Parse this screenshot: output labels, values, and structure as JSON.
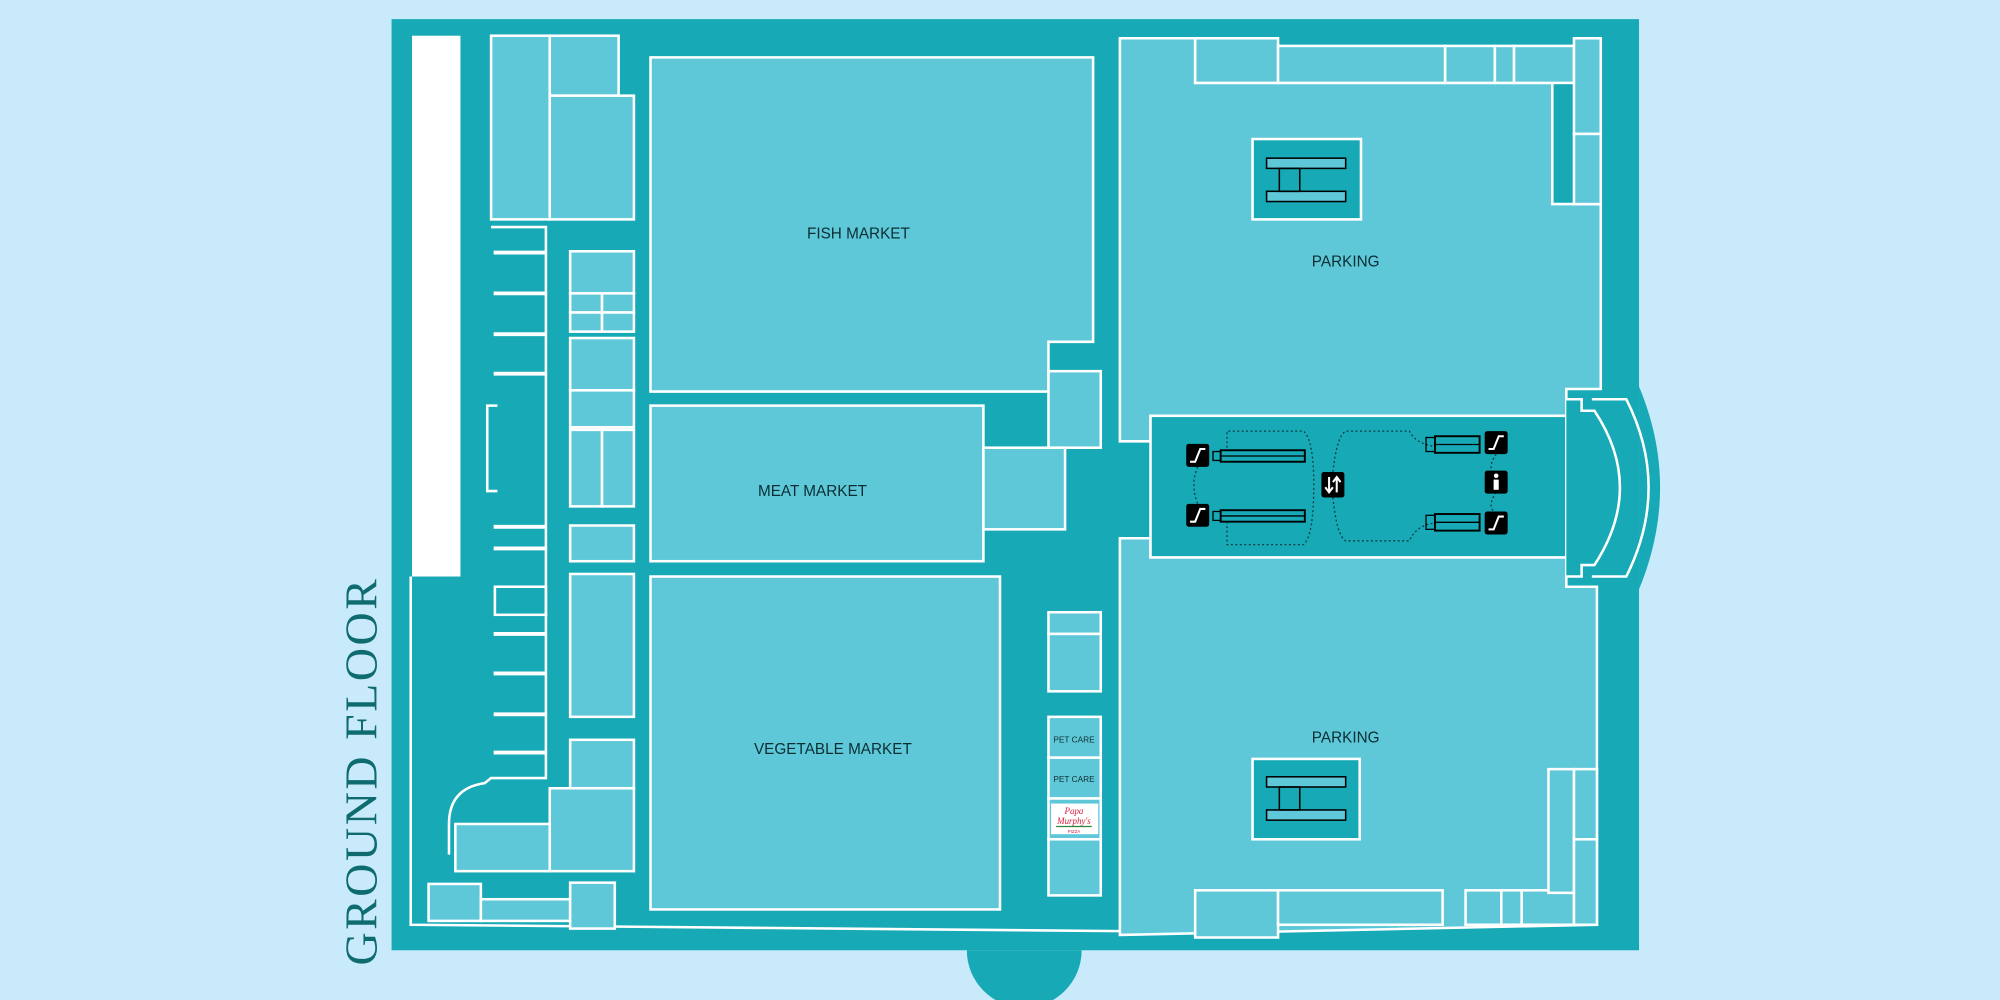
{
  "title": "GROUND FLOOR",
  "colors": {
    "background": "#c8eafa",
    "building": "#17a9b5",
    "room": "#5ec8d8",
    "outline": "#ffffff",
    "title": "#0e6b70"
  },
  "rooms": {
    "fish_market": "FISH MARKET",
    "meat_market": "MEAT MARKET",
    "vegetable_market": "VEGETABLE MARKET",
    "parking_north": "PARKING",
    "parking_south": "PARKING",
    "pet_care_1": "PET CARE",
    "pet_care_2": "PET CARE"
  },
  "logos": {
    "papa_murphys": {
      "line1": "Papa",
      "line2": "Murphy's",
      "line3": "PIZZA"
    }
  },
  "icons": [
    "escalator-icon",
    "escalator-icon",
    "escalator-icon",
    "escalator-icon",
    "elevator-icon",
    "info-icon"
  ]
}
